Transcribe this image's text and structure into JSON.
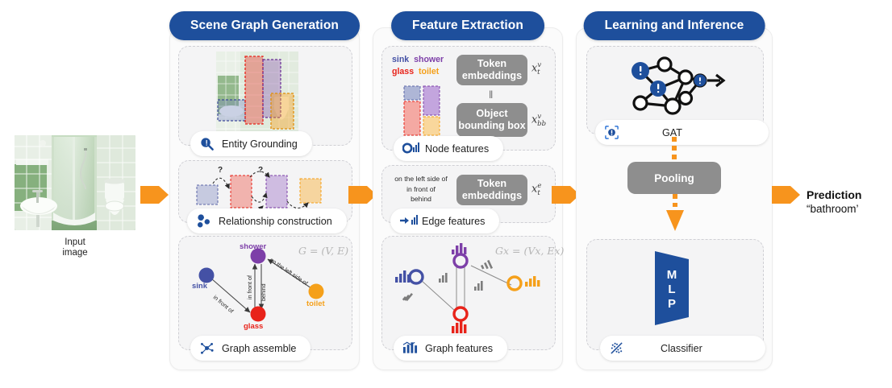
{
  "figure": {
    "type": "architecture-pipeline-diagram"
  },
  "input": {
    "caption_line1": "Input",
    "caption_line2": "image",
    "image_alt": "bathroom-photo"
  },
  "stages": [
    {
      "id": "scene-graph-generation",
      "title": "Scene Graph Generation",
      "cards": [
        {
          "id": "entity-grounding",
          "label": "Entity Grounding",
          "icon": "magnifier-icon"
        },
        {
          "id": "relationship-construction",
          "label": "Relationship construction",
          "icon": "relationship-nodes-icon"
        },
        {
          "id": "graph-assemble",
          "label": "Graph assemble",
          "icon": "graph-star-icon"
        }
      ]
    },
    {
      "id": "feature-extraction",
      "title": "Feature Extraction",
      "cards": [
        {
          "id": "node-features",
          "label": "Node features",
          "icon": "circle-bars-icon"
        },
        {
          "id": "edge-features",
          "label": "Edge features",
          "icon": "arrow-bars-icon"
        },
        {
          "id": "graph-features",
          "label": "Graph features",
          "icon": "bars-chart-icon"
        }
      ]
    },
    {
      "id": "learning-and-inference",
      "title": "Learning and Inference",
      "cards": [
        {
          "id": "gat",
          "label": "GAT",
          "icon": "graph-attention-icon"
        },
        {
          "id": "classifier",
          "label": "Classifier",
          "icon": "scatter-split-icon"
        }
      ]
    }
  ],
  "entities": [
    {
      "name": "sink",
      "color": "#4451a5"
    },
    {
      "name": "shower",
      "color": "#7d3fa8"
    },
    {
      "name": "glass",
      "color": "#e8231a"
    },
    {
      "name": "toilet",
      "color": "#f5a01a"
    }
  ],
  "relations": [
    "on the left side of",
    "in front of",
    "behind"
  ],
  "scene_graph": {
    "notation": "G = (V, E)",
    "nodes": [
      "sink",
      "shower",
      "glass",
      "toilet"
    ],
    "edges": [
      {
        "from": "sink",
        "to": "glass",
        "label": "in front of"
      },
      {
        "from": "glass",
        "to": "shower",
        "label": "in front of"
      },
      {
        "from": "shower",
        "to": "glass",
        "label": "behind"
      },
      {
        "from": "toilet",
        "to": "shower",
        "label": "on the left side of"
      }
    ]
  },
  "graph_features": {
    "notation": "Gx = (Vx, Ex)"
  },
  "feature_extraction": {
    "node": {
      "token_embeddings_label": "Token\nembeddings",
      "token_embeddings_line1": "Token",
      "token_embeddings_line2": "embeddings",
      "bounding_box_line1": "Object",
      "bounding_box_line2": "bounding box",
      "concat_symbol": "‖",
      "math_token": "x",
      "math_token_sub": "t",
      "math_token_sup": "v",
      "math_bbox": "x",
      "math_bbox_sub": "bb",
      "math_bbox_sup": "v"
    },
    "edge": {
      "token_embeddings_line1": "Token",
      "token_embeddings_line2": "embeddings",
      "math_token": "x",
      "math_token_sub": "t",
      "math_token_sup": "e"
    }
  },
  "learning": {
    "pooling_label": "Pooling",
    "mlp_letters": [
      "M",
      "L",
      "P"
    ],
    "mlp_label": "MLP"
  },
  "question_marks": [
    "?",
    "?",
    "?",
    "?"
  ],
  "output": {
    "title": "Prediction",
    "value": "“bathroom’"
  },
  "colors": {
    "brand_blue": "#1e4f9c",
    "accent_orange": "#f7941d",
    "grey_box": "#8e8e8e",
    "panel_bg": "#fbfbfb",
    "card_bg": "#f4f4f5",
    "sink": "#4451a5",
    "shower": "#7d3fa8",
    "glass": "#e8231a",
    "toilet": "#f5a01a"
  }
}
